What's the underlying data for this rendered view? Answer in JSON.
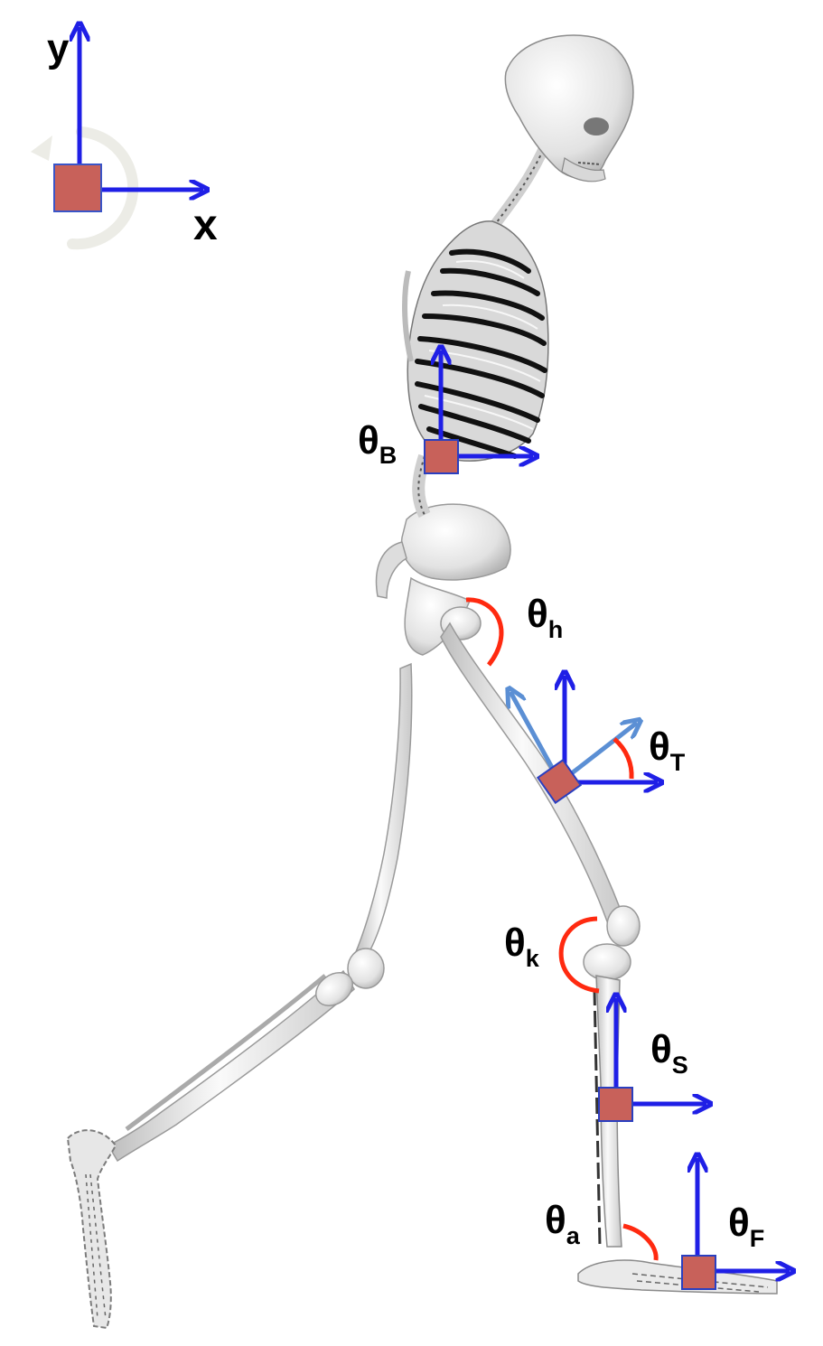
{
  "axes": {
    "x_label": "x",
    "y_label": "y"
  },
  "colors": {
    "axis_arrow": "#1f1fe6",
    "thigh_axis_arrow": "#5b8fd4",
    "frame_fill": "#c8615a",
    "frame_border": "#2a3fc0",
    "angle_arc": "#ff2a10",
    "bone": "#e9e9e9",
    "bone_shadow": "#9a9a9a"
  },
  "labels": [
    {
      "id": "B",
      "base": "θ",
      "sub": "B"
    },
    {
      "id": "h",
      "base": "θ",
      "sub": "h"
    },
    {
      "id": "T",
      "base": "θ",
      "sub": "T"
    },
    {
      "id": "k",
      "base": "θ",
      "sub": "k"
    },
    {
      "id": "S",
      "base": "θ",
      "sub": "S"
    },
    {
      "id": "a",
      "base": "θ",
      "sub": "a"
    },
    {
      "id": "F",
      "base": "θ",
      "sub": "F"
    }
  ]
}
